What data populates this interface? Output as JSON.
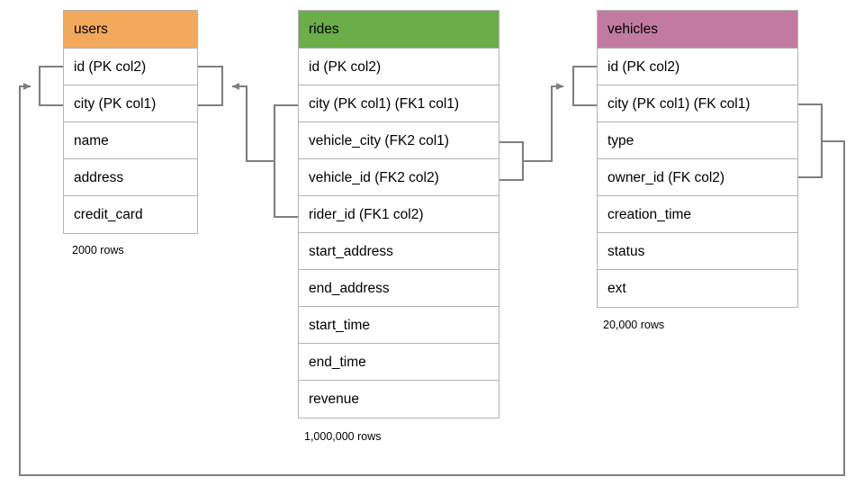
{
  "diagram": {
    "title": "database-schema-er-diagram",
    "background_color": "#ffffff",
    "line_color": "#7f7f7f",
    "border_color": "#b3b3b3"
  },
  "tables": [
    {
      "name": "users",
      "header_color": "#f2a95c",
      "row_count_label": "2000 rows",
      "columns": [
        {
          "label": "id (PK col2)"
        },
        {
          "label": "city (PK col1)"
        },
        {
          "label": "name"
        },
        {
          "label": "address"
        },
        {
          "label": "credit_card"
        }
      ]
    },
    {
      "name": "rides",
      "header_color": "#6aad49",
      "row_count_label": "1,000,000 rows",
      "columns": [
        {
          "label": "id (PK col2)"
        },
        {
          "label": "city (PK col1) (FK1 col1)"
        },
        {
          "label": "vehicle_city (FK2 col1)"
        },
        {
          "label": "vehicle_id (FK2 col2)"
        },
        {
          "label": "rider_id (FK1 col2)"
        },
        {
          "label": "start_address"
        },
        {
          "label": "end_address"
        },
        {
          "label": "start_time"
        },
        {
          "label": "end_time"
        },
        {
          "label": "revenue"
        }
      ]
    },
    {
      "name": "vehicles",
      "header_color": "#c27ba0",
      "row_count_label": "20,000 rows",
      "columns": [
        {
          "label": "id (PK col2)"
        },
        {
          "label": "city (PK col1) (FK col1)"
        },
        {
          "label": "type"
        },
        {
          "label": "owner_id (FK col2)"
        },
        {
          "label": "creation_time"
        },
        {
          "label": "status"
        },
        {
          "label": "ext"
        }
      ]
    }
  ],
  "relationships": [
    {
      "name": "rides-rider-to-users",
      "from_table": "rides",
      "from_columns": [
        "city (PK col1) (FK1 col1)",
        "rider_id (FK1 col2)"
      ],
      "to_table": "users",
      "to_columns": [
        "id (PK col2)",
        "city (PK col1)"
      ],
      "arrow": "to-users"
    },
    {
      "name": "rides-vehicle-to-vehicles",
      "from_table": "rides",
      "from_columns": [
        "vehicle_city (FK2 col1)",
        "vehicle_id (FK2 col2)"
      ],
      "to_table": "vehicles",
      "to_columns": [
        "id (PK col2)",
        "city (PK col1) (FK col1)"
      ],
      "arrow": "to-vehicles"
    },
    {
      "name": "vehicles-owner-to-users",
      "from_table": "vehicles",
      "from_columns": [
        "city (PK col1) (FK col1)",
        "owner_id (FK col2)"
      ],
      "to_table": "users",
      "to_columns": [
        "id (PK col2)",
        "city (PK col1)"
      ],
      "arrow": "to-users"
    }
  ]
}
